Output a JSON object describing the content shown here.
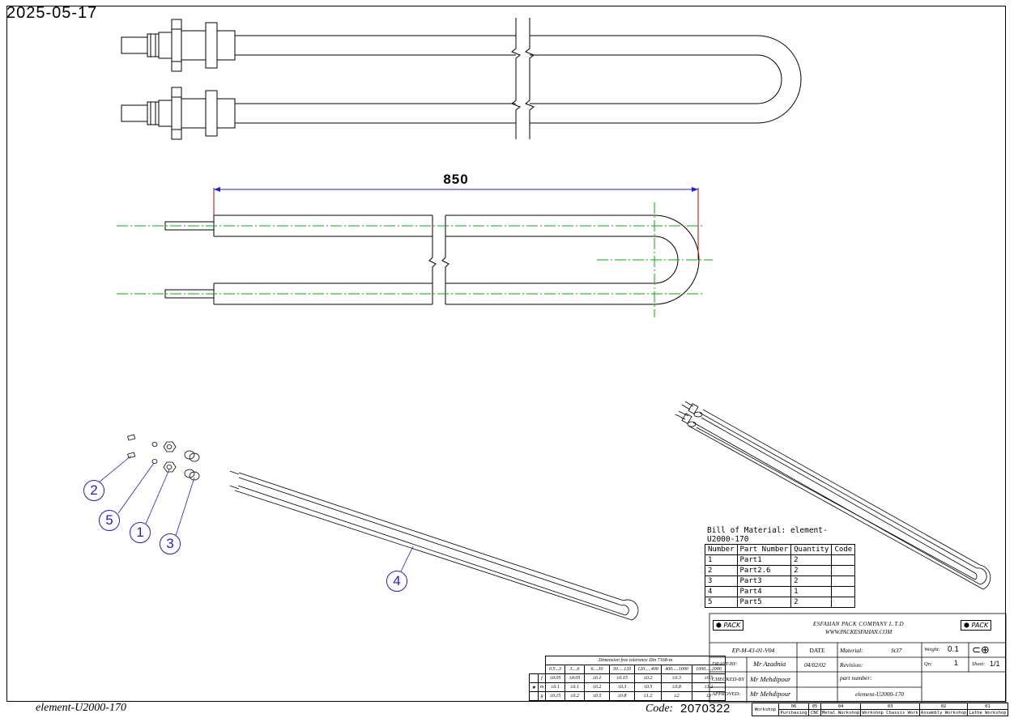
{
  "header": {
    "print_date": "2025-05-17"
  },
  "top_view": {
    "dimension_label": "850"
  },
  "balloons": [
    {
      "id": "balloon-2",
      "label": "2"
    },
    {
      "id": "balloon-5",
      "label": "5"
    },
    {
      "id": "balloon-1",
      "label": "1"
    },
    {
      "id": "balloon-3",
      "label": "3"
    },
    {
      "id": "balloon-4",
      "label": "4"
    }
  ],
  "bom": {
    "title": "Bill of Material: element-U2000-170",
    "headers": [
      "Number",
      "Part Number",
      "Quantity",
      "Code"
    ],
    "rows": [
      [
        "1",
        "Part1",
        "2",
        ""
      ],
      [
        "2",
        "Part2.6",
        "2",
        ""
      ],
      [
        "3",
        "Part3",
        "2",
        ""
      ],
      [
        "4",
        "Part4",
        "1",
        ""
      ],
      [
        "5",
        "Part5",
        "2",
        ""
      ]
    ]
  },
  "tolerance": {
    "title": "Dimension free tolerance Din 7168-m",
    "ranges": [
      "0.5...3",
      "3....6",
      "6....30",
      "30.....120",
      "120.....400",
      "400.....1000",
      "1000.....2000"
    ],
    "rows": [
      {
        "mark": "",
        "class": "f",
        "values": [
          "±0.05",
          "±0.05",
          "±0.1",
          "±0.15",
          "±0.2",
          "±0.3",
          "±0.5"
        ]
      },
      {
        "mark": "★",
        "class": "m",
        "values": [
          "±0.1",
          "±0.1",
          "±0.2",
          "±0.3",
          "±0.5",
          "±0.8",
          "±1.2"
        ]
      },
      {
        "mark": "",
        "class": "g",
        "values": [
          "±0.15",
          "±0.2",
          "±0.5",
          "±0.8",
          "±1.2",
          "±2",
          "±3"
        ]
      }
    ]
  },
  "title_block": {
    "logo_text": "PACK",
    "company": "ESFAHAN PACK COMPANY L.T.D",
    "website": "WWW.PACKESFAHAN.COM",
    "drawing_no": "EP-M-43-01-V04",
    "date_label": "DATE",
    "material_label": "Material:",
    "material": "St37",
    "weight_label": "Weight:",
    "weight": "0.1",
    "draft_by_label": "DRAFT-BY:",
    "draft_by": "Mr Azadnia",
    "date": "04/02/02",
    "revision_label": "Revision:",
    "qty_label": "Qn:",
    "qty": "1",
    "sheet_label": "Sheet:",
    "sheet": "1/1",
    "checked_by_label": "CHECKED-BY",
    "checked_by": "Mr Mehdipour",
    "part_number_label": "part number:",
    "part_number": "element-U2000-170",
    "approved_label": "APPROVED:",
    "approved_by": "Mr Mehdipour"
  },
  "workshops": {
    "label": "Workshop",
    "columns": [
      {
        "num": "06",
        "name": "Purchasing"
      },
      {
        "num": "05",
        "name": "CNC"
      },
      {
        "num": "04",
        "name": "Metal Workshop"
      },
      {
        "num": "03",
        "name": "Workshop Chassis Work"
      },
      {
        "num": "02",
        "name": "Assembly Workshop"
      },
      {
        "num": "01",
        "name": "Lathe Workshop"
      }
    ]
  },
  "footer": {
    "file_name": "element-U2000-170",
    "code_label": "Code:",
    "code": "2070322"
  },
  "colors": {
    "dimension": "#1a1aff",
    "center_line": "#00b000",
    "extension": "#cc0000"
  }
}
